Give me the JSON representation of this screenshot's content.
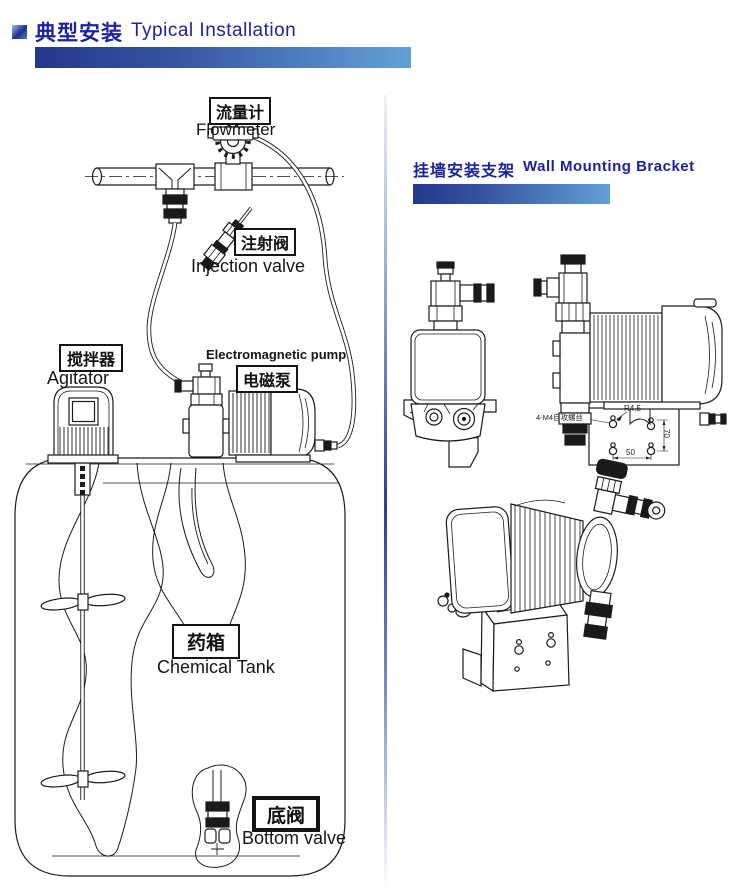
{
  "header": {
    "title_zh": "典型安装",
    "title_en": "Typical Installation"
  },
  "left_diagram": {
    "flowmeter": {
      "zh": "流量计",
      "en": "Flowmeter"
    },
    "injection_valve": {
      "zh": "注射阀",
      "en": "Injection valve"
    },
    "agitator": {
      "zh": "搅拌器",
      "en": "Agitator"
    },
    "pump": {
      "en": "Electromagnetic pump",
      "zh": "电磁泵"
    },
    "chemical_tank": {
      "zh": "药箱",
      "en": "Chemical Tank"
    },
    "bottom_valve": {
      "zh": "底阀",
      "en": "Bottom valve"
    }
  },
  "right_section": {
    "header": {
      "title_zh": "挂墙安装支架",
      "title_en": "Wall Mounting Bracket"
    },
    "dimensions": {
      "radius": "R4.5",
      "width": "50",
      "height": "70",
      "screws": "4-M4自攻螺丝"
    }
  },
  "colors": {
    "title_blue": "#1c239f",
    "bar_dark": "#24388a",
    "bar_light": "#62a0d8",
    "line": "#1c1c1c"
  }
}
